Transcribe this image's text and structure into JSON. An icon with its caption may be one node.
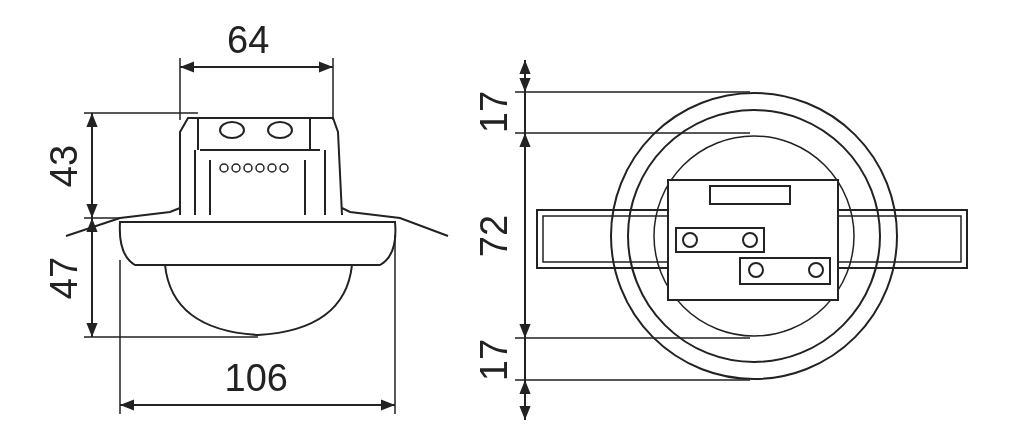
{
  "diagram": {
    "labels": [
      "64",
      "43",
      "47",
      "106",
      "17",
      "72",
      "17"
    ]
  }
}
